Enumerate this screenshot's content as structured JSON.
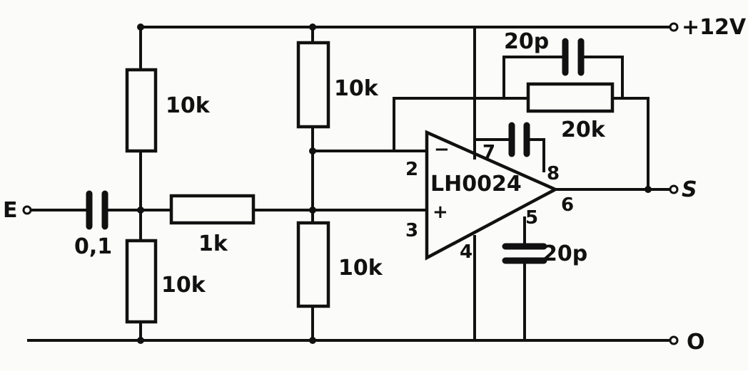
{
  "labels": {
    "supply": "+12V",
    "input": "E",
    "output": "S",
    "ground": "O",
    "opamp": "LH0024",
    "r1": "10k",
    "r2": "10k",
    "r3": "1k",
    "r4": "10k",
    "r5": "10k",
    "r_feedback": "20k",
    "c_input": "0,1",
    "c_feedback": "20p",
    "c_comp": "20p"
  },
  "pins": {
    "inv": "2",
    "noninv": "3",
    "v_minus": "4",
    "p5": "5",
    "out": "6",
    "p7": "7",
    "p8": "8",
    "minus_sign": "−",
    "plus_sign": "+"
  }
}
